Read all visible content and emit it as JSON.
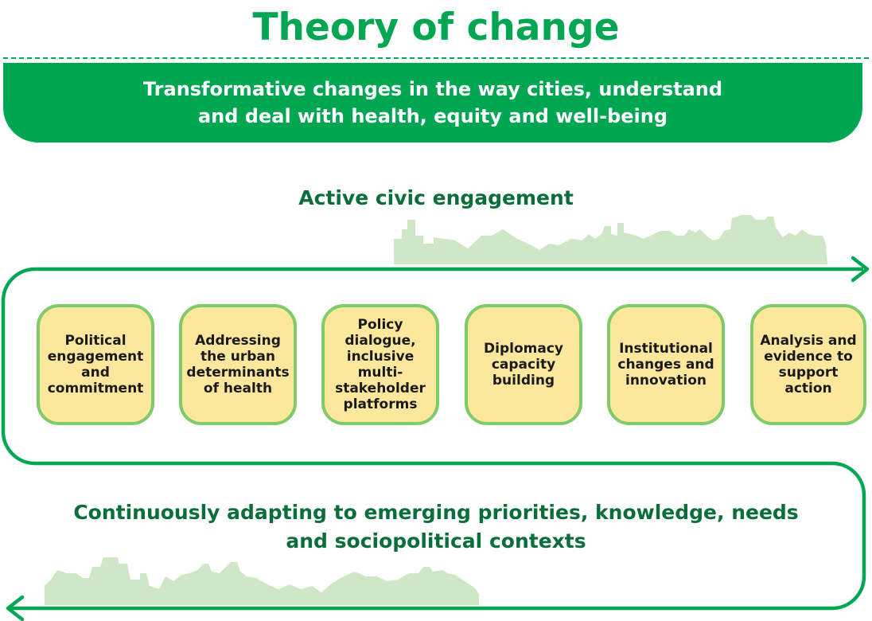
{
  "title": "Theory of change",
  "banner": {
    "line1": "Transformative changes in the way cities, understand",
    "line2": "and deal with health, equity and well-being"
  },
  "top_label": "Active civic engagement",
  "bottom_label": {
    "line1": "Continuously adapting to emerging priorities, knowledge, needs",
    "line2": "and sociopolitical contexts"
  },
  "boxes": [
    "Political engagement and commitment",
    "Addressing the urban determinants of health",
    "Policy dialogue, inclusive multi-stakeholder platforms",
    "Diplomacy capacity building",
    "Institutional changes and innovation",
    "Analysis and evidence to support action"
  ],
  "colors": {
    "green": "#00a651",
    "dark_green": "#0a6e3a",
    "box_fill": "#fce79d",
    "box_border": "#7ecb6a",
    "skyline": "#cfe7c6"
  }
}
